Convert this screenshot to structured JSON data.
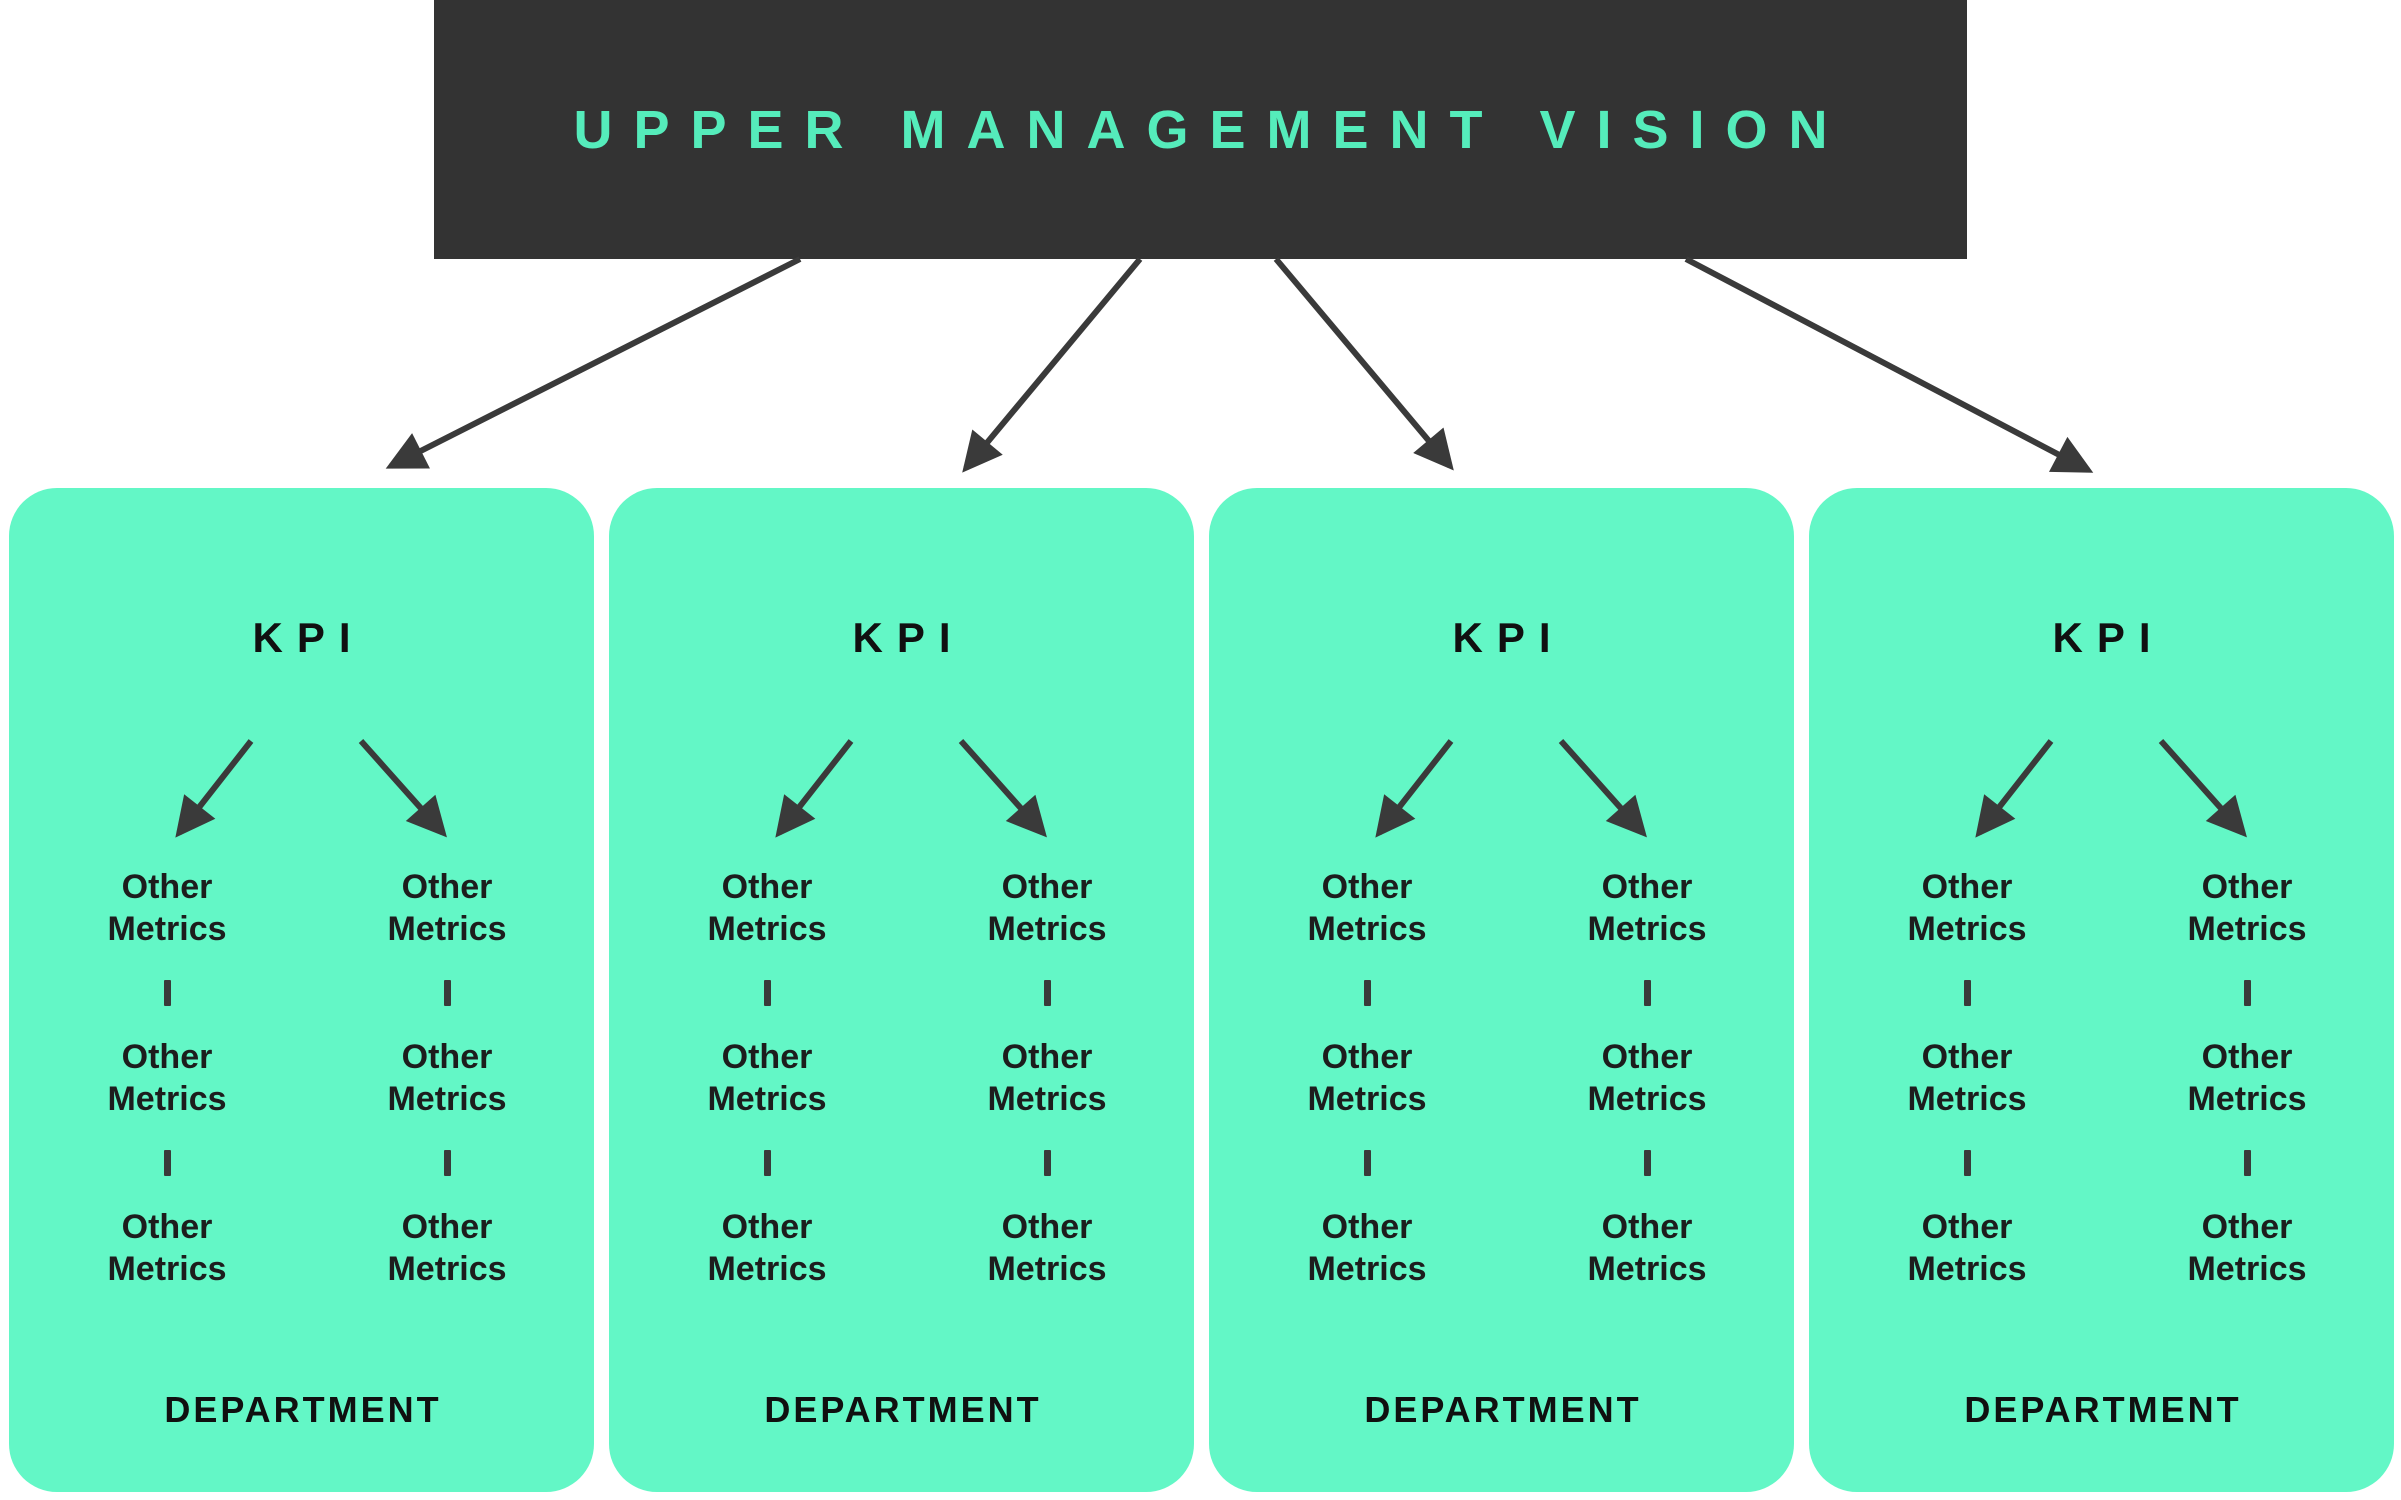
{
  "theme": {
    "page-bg": "#ffffff",
    "header-bg": "#333333",
    "title-color": "#55ECBB",
    "card-bg": "#63F7C6",
    "arrow-color": "#3A3A3A",
    "heading-color": "#101010",
    "text-color": "#1D1D1D"
  },
  "header": {
    "title": "UPPER MANAGEMENT VISION"
  },
  "departments": [
    {
      "kpi_label": "KPI",
      "department_label": "DEPARTMENT",
      "columns": [
        {
          "metrics": [
            "Other Metrics",
            "Other Metrics",
            "Other Metrics"
          ]
        },
        {
          "metrics": [
            "Other Metrics",
            "Other Metrics",
            "Other Metrics"
          ]
        }
      ]
    },
    {
      "kpi_label": "KPI",
      "department_label": "DEPARTMENT",
      "columns": [
        {
          "metrics": [
            "Other Metrics",
            "Other Metrics",
            "Other Metrics"
          ]
        },
        {
          "metrics": [
            "Other Metrics",
            "Other Metrics",
            "Other Metrics"
          ]
        }
      ]
    },
    {
      "kpi_label": "KPI",
      "department_label": "DEPARTMENT",
      "columns": [
        {
          "metrics": [
            "Other Metrics",
            "Other Metrics",
            "Other Metrics"
          ]
        },
        {
          "metrics": [
            "Other Metrics",
            "Other Metrics",
            "Other Metrics"
          ]
        }
      ]
    },
    {
      "kpi_label": "KPI",
      "department_label": "DEPARTMENT",
      "columns": [
        {
          "metrics": [
            "Other Metrics",
            "Other Metrics",
            "Other Metrics"
          ]
        },
        {
          "metrics": [
            "Other Metrics",
            "Other Metrics",
            "Other Metrics"
          ]
        }
      ]
    }
  ]
}
